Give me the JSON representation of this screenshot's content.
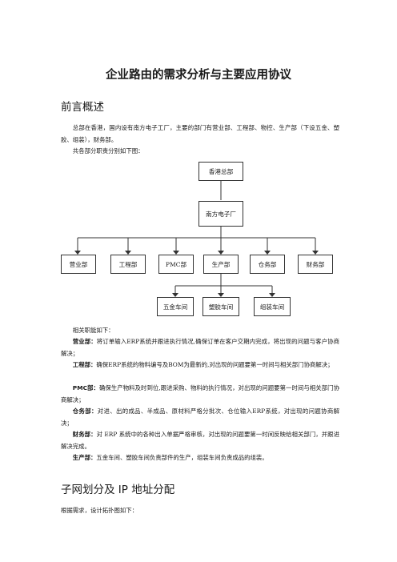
{
  "title": "企业路由的需求分析与主要应用协议",
  "section1": {
    "heading": "前言概述",
    "intro": "总部在香港，国内设有南方电子工厂，主要的部门有营业部、工程部、物控、生产部（下设五金、塑胶、组装），财务部。",
    "chart_intro": "共各部分职责分别如下图："
  },
  "org": {
    "hq": "香港总部",
    "factory": "南方电子厂",
    "departments": [
      "营业部",
      "工程部",
      "PMC部",
      "生产部",
      "仓务部",
      "财务部"
    ],
    "workshops": [
      "五金车间",
      "塑胶车间",
      "组装车间"
    ]
  },
  "duties": {
    "heading": "相关职能如下：",
    "items": [
      {
        "name": "营业部：",
        "text": "将订单输入ERP系统并跟进执行情况,确保订单在客户交期内完成，将出现的问题与客户协商解决；"
      },
      {
        "name": "工程部：",
        "text": "确保ERP系统的物料编号及BOM为最新的,对出现的问题要第一时间与相关部门协商解决；"
      },
      {
        "name": "PMC部：",
        "text": "确保生产物料及时到位,跟进采购、物料的执行情况，对出现的问题要第一时间与相关部门协商解决；"
      },
      {
        "name": "仓务部：",
        "text": "对进、出的成品、半成品、原材料严格分批次、仓位输入ERP系统，对出现的问题协商解决；"
      },
      {
        "name": "财务部：",
        "text": "对 ERP 系统中的各种出入单据严格审核，对出现的问题要第一时间反映给相关部门，并跟进 解决完成。"
      },
      {
        "name": "生产部：",
        "text": "五金车间、塑胶车间负责部件的生产，组装车间负责成品的组装。"
      }
    ]
  },
  "section2": {
    "heading": "子网划分及 IP 地址分配",
    "intro": "根据需求，设计拓扑图如下："
  }
}
